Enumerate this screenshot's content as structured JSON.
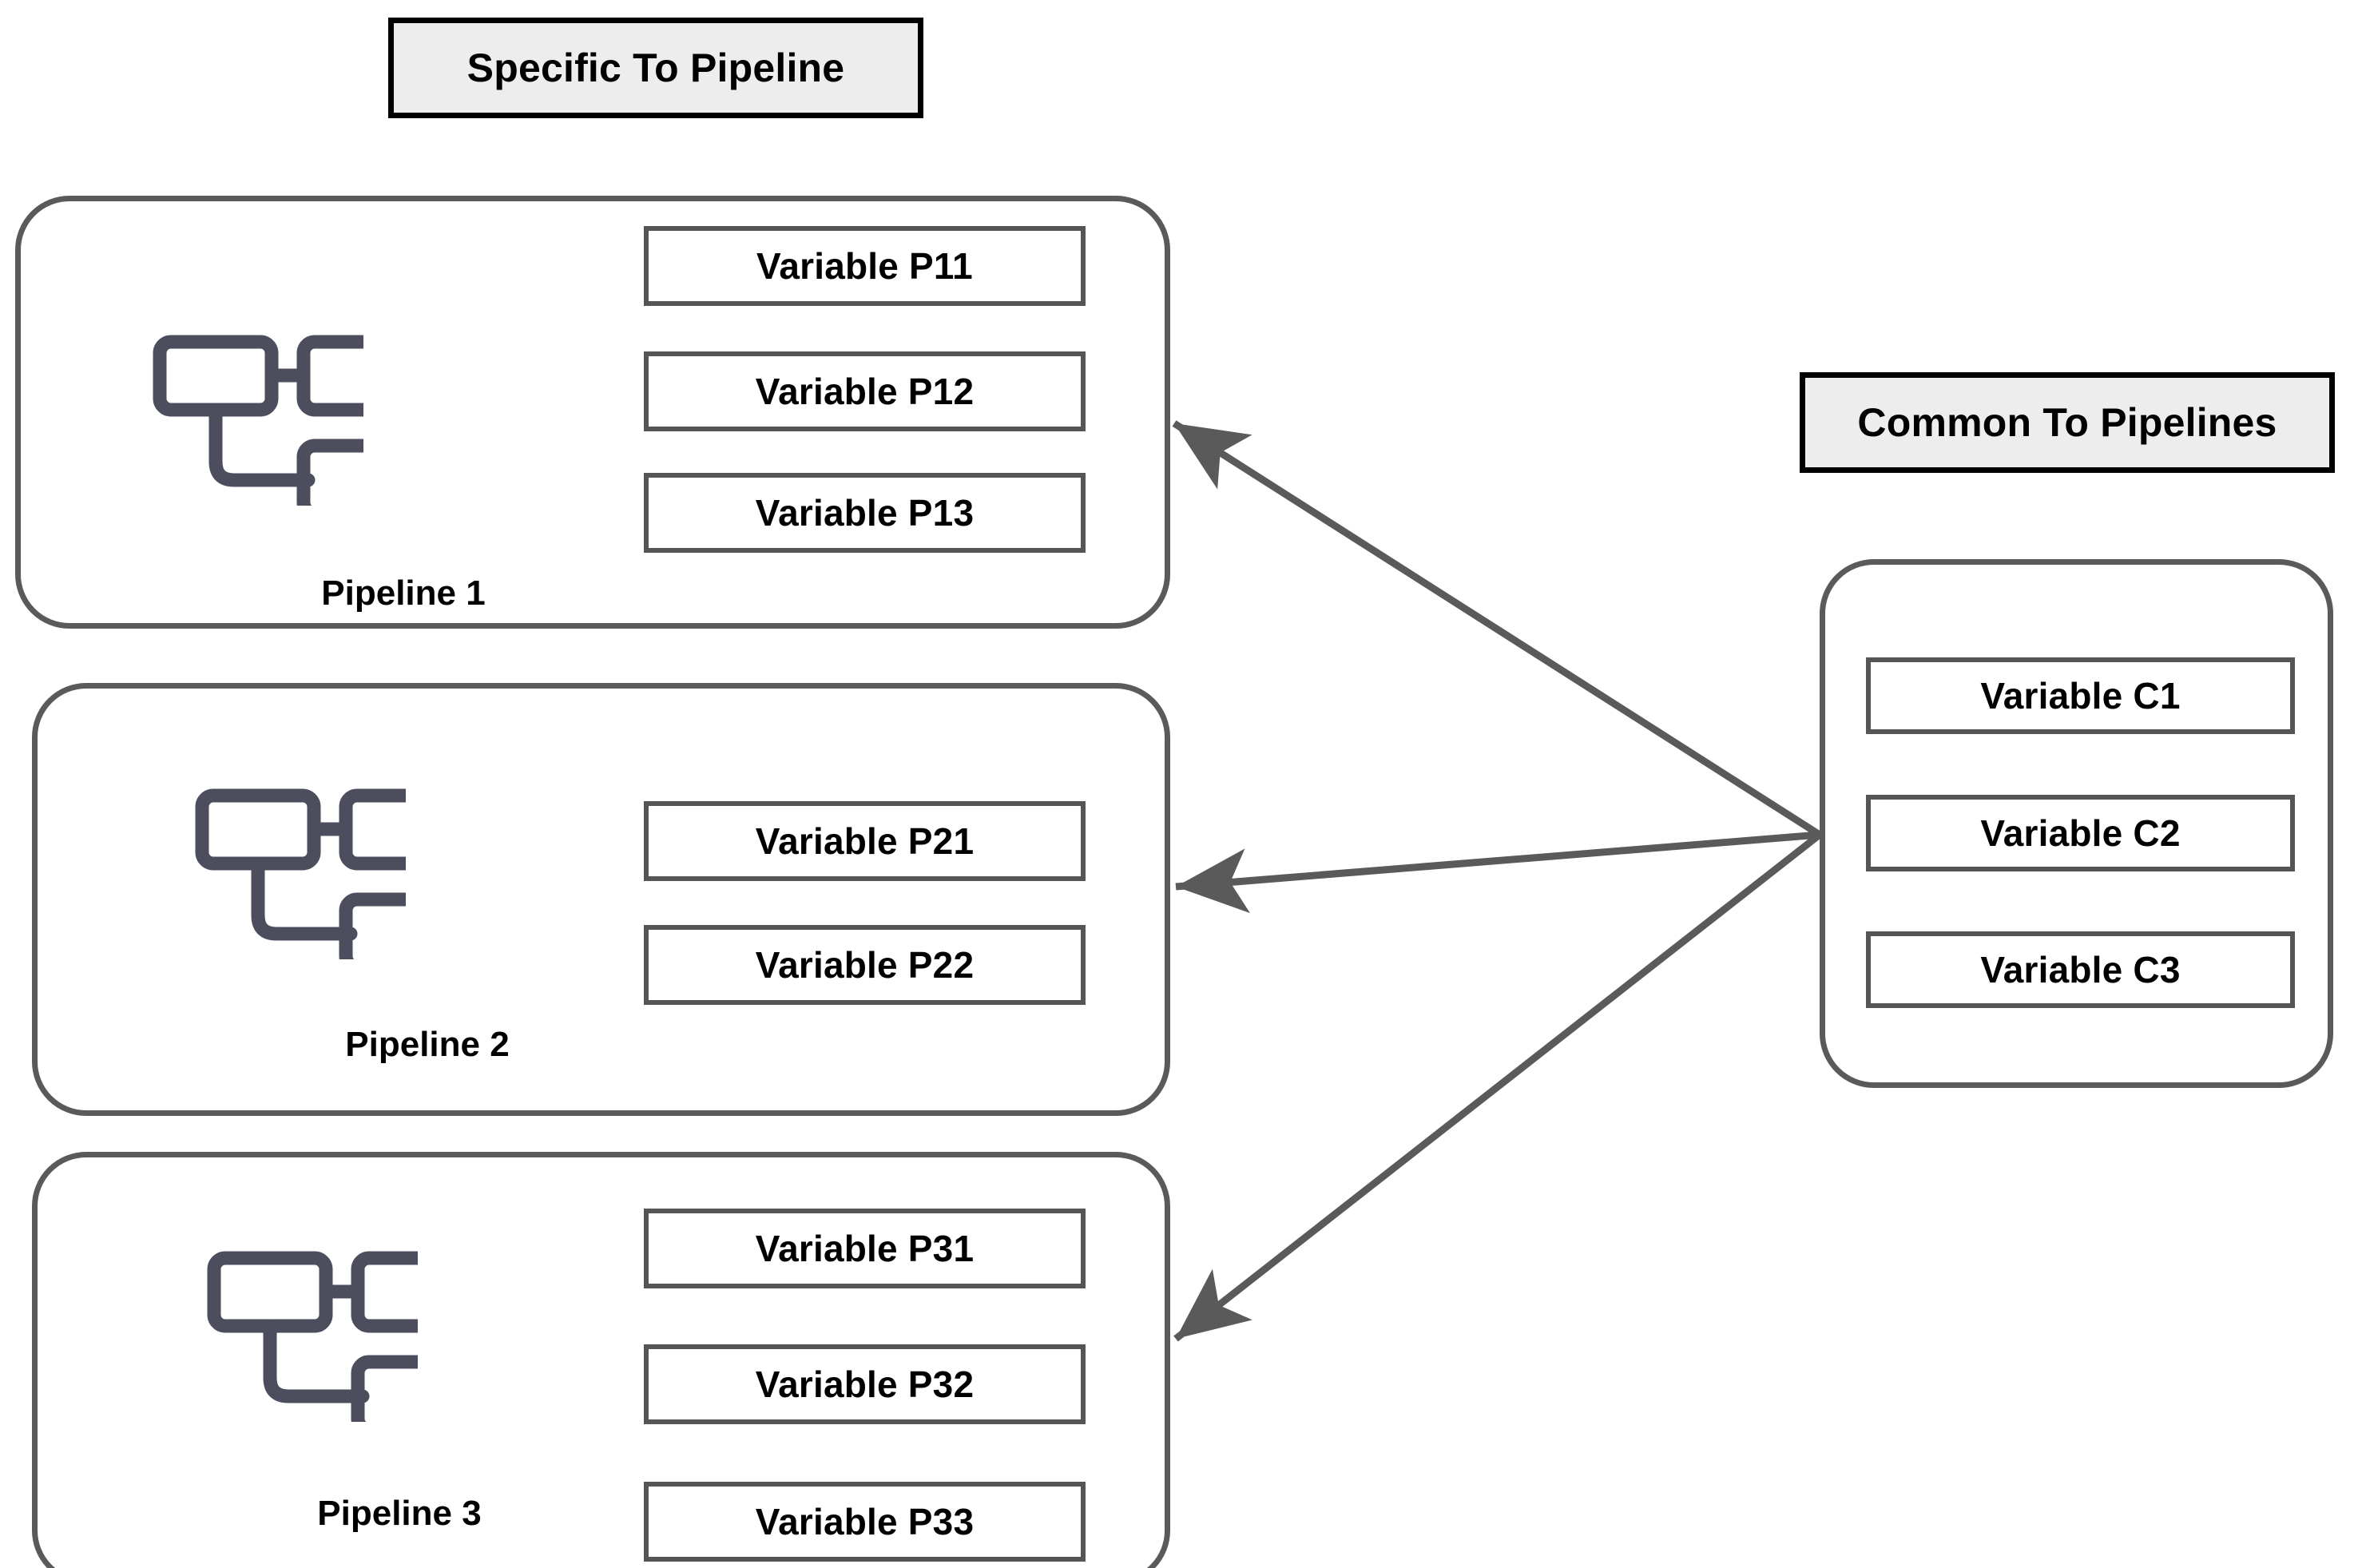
{
  "headers": {
    "specific": "Specific To Pipeline",
    "common": "Common To Pipelines"
  },
  "pipelines": [
    {
      "label": "Pipeline 1",
      "icon": "pipeline-hierarchy-icon",
      "variables": [
        "Variable P11",
        "Variable P12",
        "Variable P13"
      ]
    },
    {
      "label": "Pipeline 2",
      "icon": "pipeline-hierarchy-icon",
      "variables": [
        "Variable P21",
        "Variable P22"
      ]
    },
    {
      "label": "Pipeline 3",
      "icon": "pipeline-hierarchy-icon",
      "variables": [
        "Variable P31",
        "Variable P32",
        "Variable P33"
      ]
    }
  ],
  "common_variables": [
    "Variable C1",
    "Variable C2",
    "Variable C3"
  ],
  "arrows": [
    {
      "name": "arrow-common-to-pipeline-1",
      "from": "common-panel",
      "to": "pipeline-1-panel"
    },
    {
      "name": "arrow-common-to-pipeline-2",
      "from": "common-panel",
      "to": "pipeline-2-panel"
    },
    {
      "name": "arrow-common-to-pipeline-3",
      "from": "common-panel",
      "to": "pipeline-3-panel"
    }
  ],
  "colors": {
    "header_fill": "#ededed",
    "header_border": "#000000",
    "panel_border": "#5a5a5a",
    "variable_border": "#555555",
    "icon_stroke": "#4c4e5e",
    "arrow": "#5a5a5a",
    "text": "#000000",
    "background": "#ffffff"
  }
}
